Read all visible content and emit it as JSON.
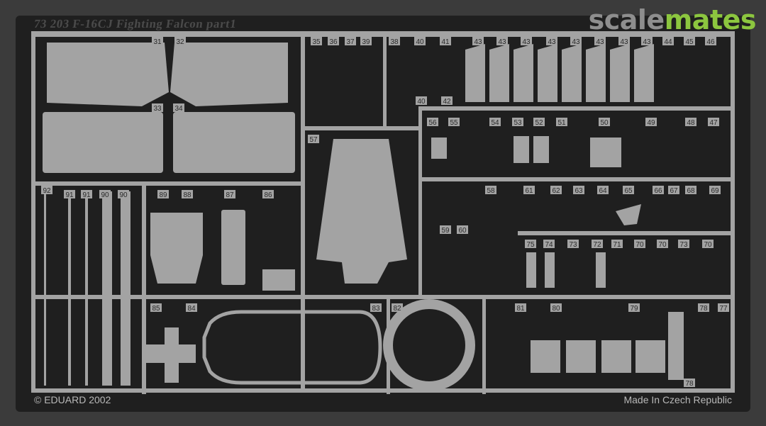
{
  "header": {
    "title": "73 203  F-16CJ Fighting Falcon    part1",
    "brand_part1": "scale",
    "brand_part2": "mates",
    "brand_color_grey": "#8e8e8e",
    "brand_color_green": "#8cc63f"
  },
  "footer": {
    "copyright": "© EDUARD 2002",
    "made_in": "Made In Czech Republic"
  },
  "parts": {
    "labels": [
      "31",
      "32",
      "33",
      "34",
      "35",
      "36",
      "37",
      "39",
      "38",
      "40",
      "41",
      "40",
      "42",
      "43",
      "43",
      "43",
      "43",
      "43",
      "43",
      "43",
      "43",
      "44",
      "45",
      "46",
      "56",
      "55",
      "54",
      "53",
      "52",
      "51",
      "50",
      "49",
      "48",
      "47",
      "57",
      "92",
      "91",
      "91",
      "90",
      "90",
      "89",
      "88",
      "87",
      "86",
      "58",
      "59",
      "60",
      "61",
      "62",
      "63",
      "64",
      "65",
      "66",
      "67",
      "68",
      "69",
      "75",
      "74",
      "73",
      "72",
      "71",
      "70",
      "70",
      "73",
      "70",
      "85",
      "84",
      "83",
      "82",
      "81",
      "80",
      "79",
      "78",
      "77",
      "78"
    ]
  },
  "colors": {
    "fret_background": "#1f1f1f",
    "metal": "#a3a3a3",
    "outer_border": "#3b3b3b"
  }
}
